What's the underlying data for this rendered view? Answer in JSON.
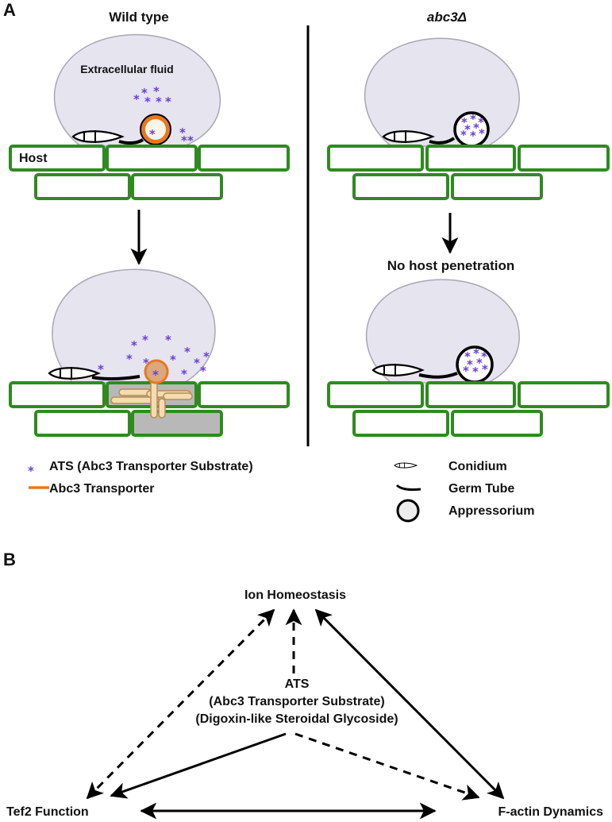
{
  "panel_a": {
    "label": "A",
    "wild_type_title": "Wild type",
    "mutant_title": "abc3Δ",
    "extracellular_label": "Extracellular fluid",
    "host_label": "Host",
    "no_penetration_label": "No host penetration",
    "legend": {
      "ats": "ATS (Abc3 Transporter Substrate)",
      "transporter": "Abc3 Transporter",
      "conidium": "Conidium",
      "germ_tube": "Germ Tube",
      "appressorium": "Appressorium"
    },
    "colors": {
      "host_cell_outline": "#2e8b1f",
      "ats_star": "#6a3fd1",
      "transporter": "#e87722",
      "extracellular_fluid": "#e6e4ef",
      "hyphae": "#f3dcb0"
    }
  },
  "panel_b": {
    "label": "B",
    "nodes": {
      "ion": "Ion Homeostasis",
      "ats_line1": "ATS",
      "ats_line2": "(Abc3 Transporter Substrate)",
      "ats_line3": "(Digoxin-like Steroidal Glycoside)",
      "tef2": "Tef2 Function",
      "factin": "F-actin Dynamics"
    }
  }
}
